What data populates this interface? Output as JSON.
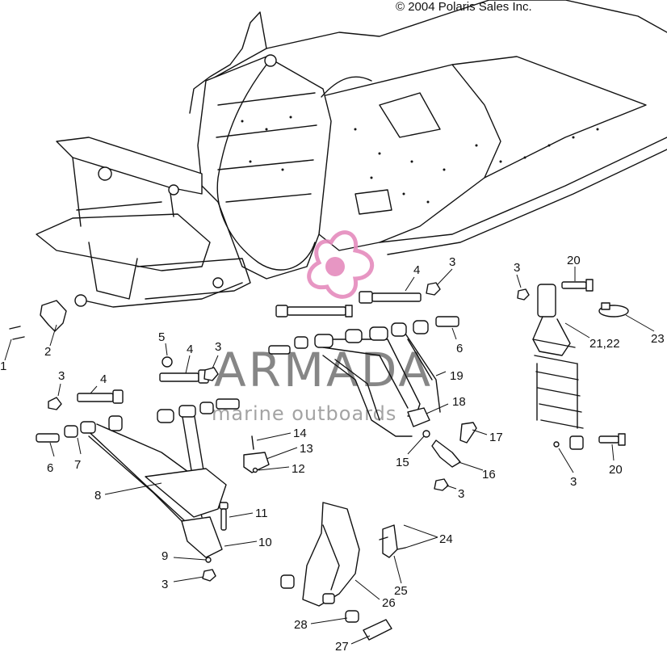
{
  "copyright": "© 2004 Polaris Sales Inc.",
  "watermark": {
    "brand": "ARMADA",
    "tagline": "marine outboards",
    "logo_color": "#e58bbd",
    "text_color": "#7a7a7a"
  },
  "callouts": [
    {
      "id": "c1",
      "text": "1"
    },
    {
      "id": "c2",
      "text": "2"
    },
    {
      "id": "c3a",
      "text": "3"
    },
    {
      "id": "c3b",
      "text": "3"
    },
    {
      "id": "c3c",
      "text": "3"
    },
    {
      "id": "c3d",
      "text": "3"
    },
    {
      "id": "c3e",
      "text": "3"
    },
    {
      "id": "c3f",
      "text": "3"
    },
    {
      "id": "c3g",
      "text": "3"
    },
    {
      "id": "c4a",
      "text": "4"
    },
    {
      "id": "c4b",
      "text": "4"
    },
    {
      "id": "c4c",
      "text": "4"
    },
    {
      "id": "c5",
      "text": "5"
    },
    {
      "id": "c6a",
      "text": "6"
    },
    {
      "id": "c6b",
      "text": "6"
    },
    {
      "id": "c7",
      "text": "7"
    },
    {
      "id": "c8",
      "text": "8"
    },
    {
      "id": "c9",
      "text": "9"
    },
    {
      "id": "c10",
      "text": "10"
    },
    {
      "id": "c11",
      "text": "11"
    },
    {
      "id": "c12",
      "text": "12"
    },
    {
      "id": "c13",
      "text": "13"
    },
    {
      "id": "c14",
      "text": "14"
    },
    {
      "id": "c15",
      "text": "15"
    },
    {
      "id": "c16",
      "text": "16"
    },
    {
      "id": "c17",
      "text": "17"
    },
    {
      "id": "c18",
      "text": "18"
    },
    {
      "id": "c19",
      "text": "19"
    },
    {
      "id": "c20a",
      "text": "20"
    },
    {
      "id": "c20b",
      "text": "20"
    },
    {
      "id": "c2122",
      "text": "21,22"
    },
    {
      "id": "c23",
      "text": "23"
    },
    {
      "id": "c24",
      "text": "24"
    },
    {
      "id": "c25",
      "text": "25"
    },
    {
      "id": "c26",
      "text": "26"
    },
    {
      "id": "c27",
      "text": "27"
    },
    {
      "id": "c28",
      "text": "28"
    }
  ]
}
